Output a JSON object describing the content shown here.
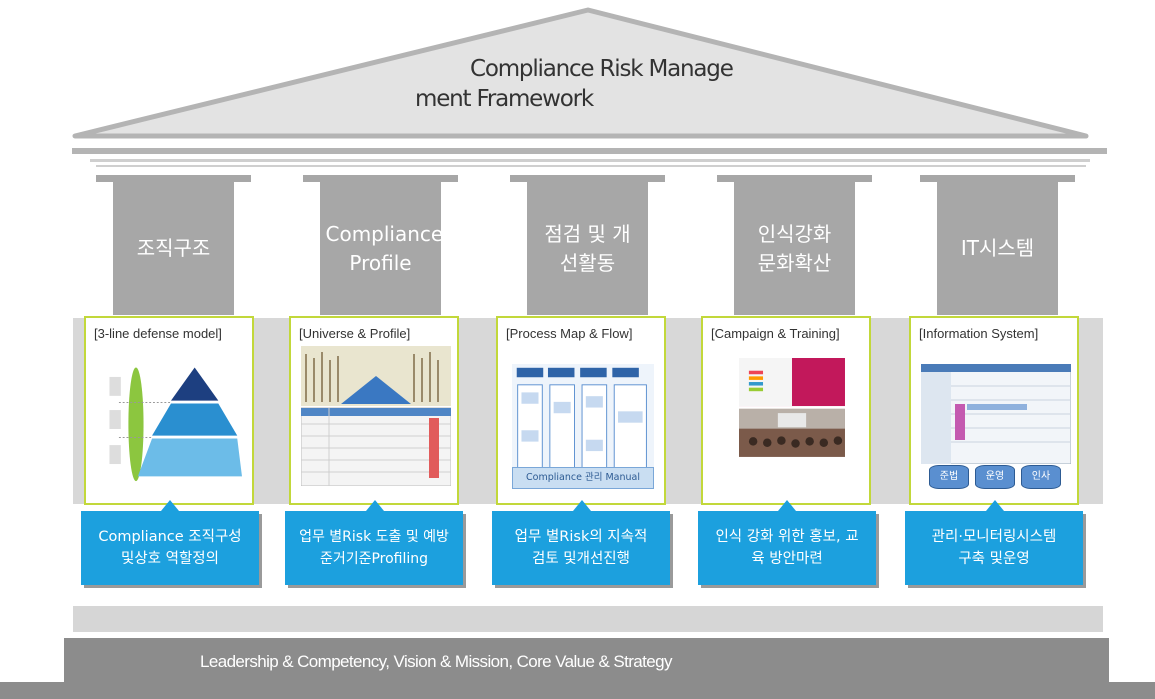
{
  "title": {
    "line1": "Compliance Risk Manage",
    "line2": "ment Framework"
  },
  "pillars": [
    {
      "label": "조직구조",
      "caption": "[3-line defense model]",
      "description": "Compliance 조직구성 및상호 역할정의"
    },
    {
      "label": "Compliance Profile",
      "caption": "[Universe & Profile]",
      "description": "업무 별Risk 도출 및 예방 준거기준Profiling"
    },
    {
      "label": "점검 및 개선활동",
      "caption": "[Process Map & Flow]",
      "description": "업무 별Risk의 지속적 검토 및개선진행"
    },
    {
      "label": "인식강화 문화확산",
      "caption": "[Campaign & Training]",
      "description": "인식 강화 위한 홍보, 교육 방안마련"
    },
    {
      "label": "IT시스템",
      "caption": "[Information System]",
      "description": "관리·모니터링시스템 구축 및운영"
    }
  ],
  "thumb_texts": {
    "manual": "Compliance 관리 Manual",
    "db1": "준법",
    "db2": "운영",
    "db3": "인사"
  },
  "foundation": "Leadership & Competency, Vision & Mission, Core Value & Strategy",
  "colors": {
    "pillar": "#a7a7a7",
    "accent_box": "#1ca0de",
    "card_border": "#c2d83a",
    "base": "#8c8c8c"
  }
}
